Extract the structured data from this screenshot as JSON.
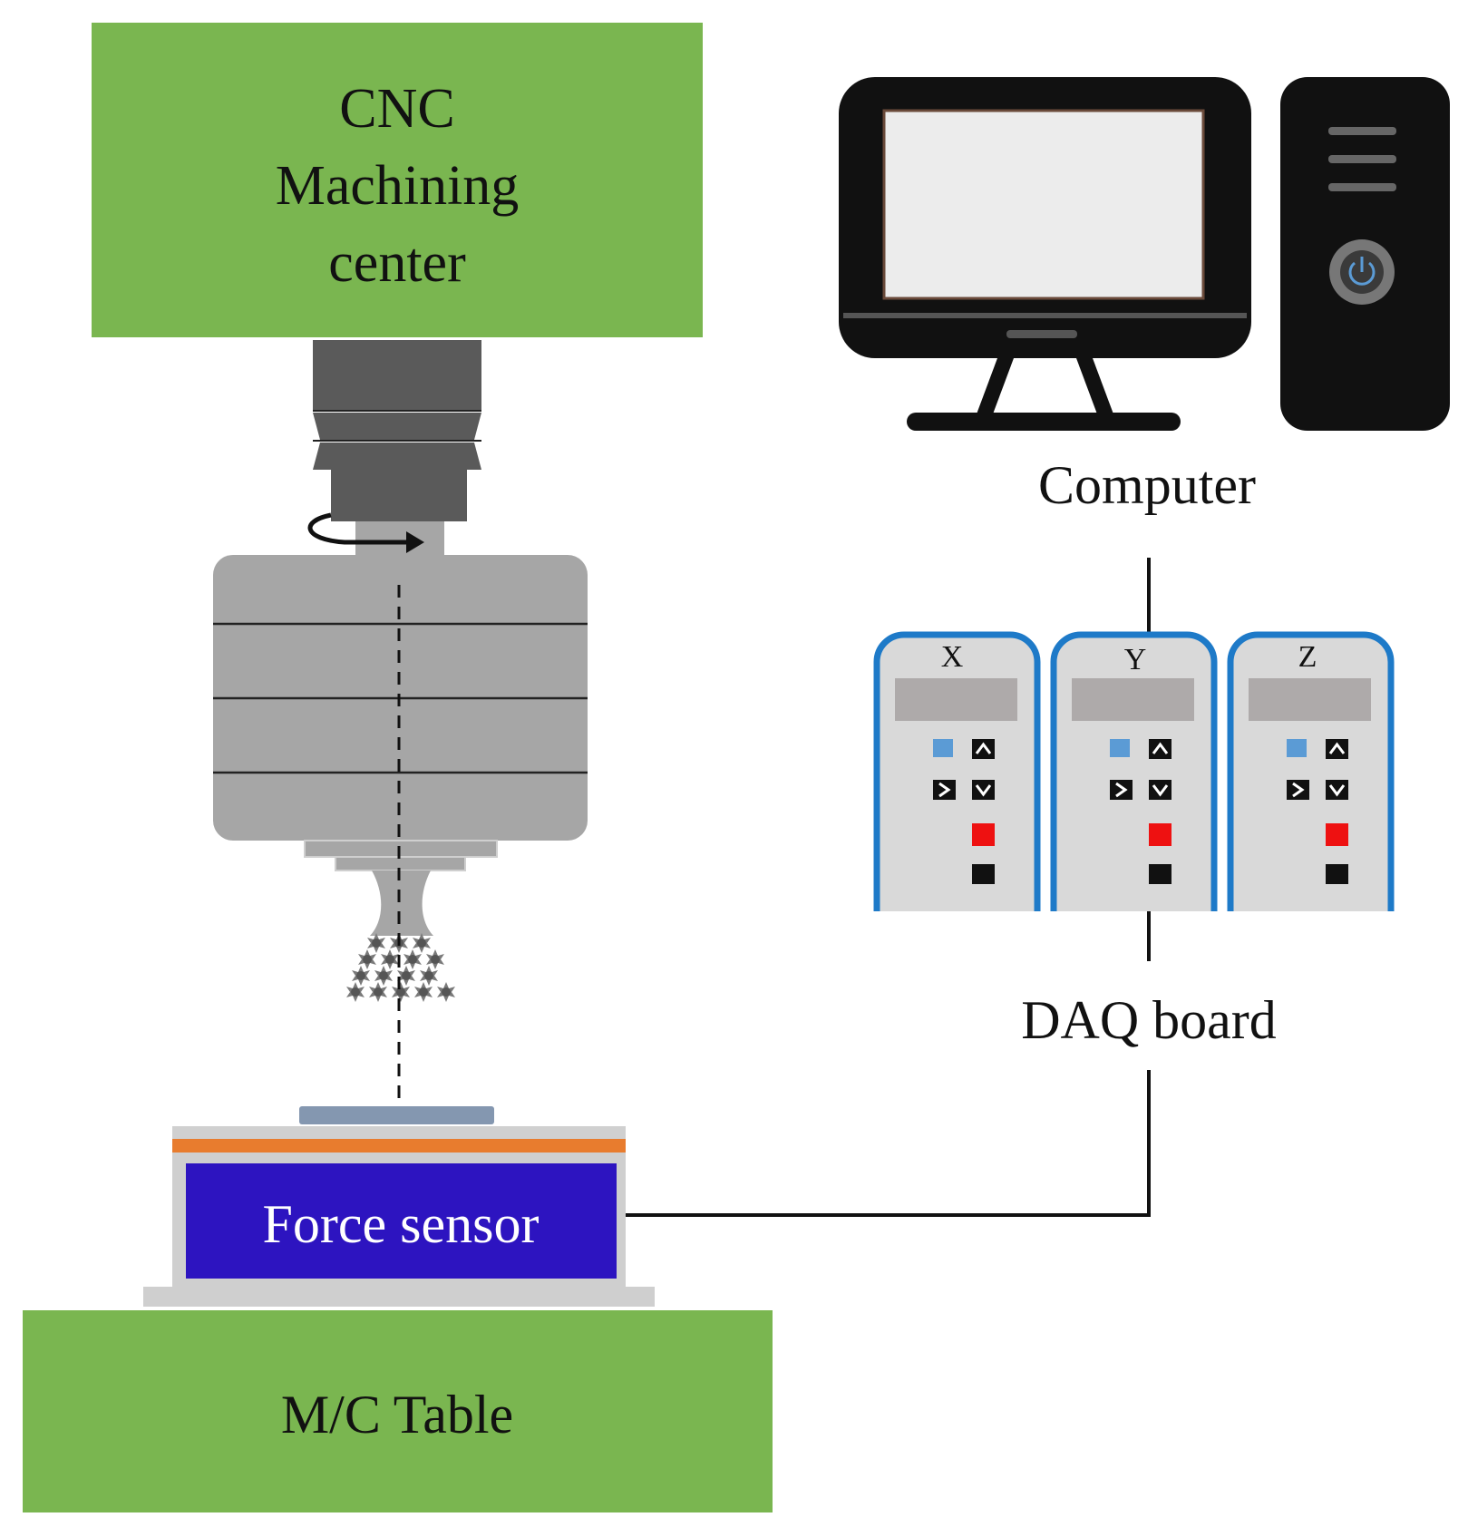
{
  "labels": {
    "cnc_line1": "CNC",
    "cnc_line2": "Machining",
    "cnc_line3": "center",
    "computer": "Computer",
    "daq_board": "DAQ board",
    "force_sensor": "Force sensor",
    "mc_table": "M/C Table"
  },
  "daq_units": [
    {
      "axis": "X"
    },
    {
      "axis": "Y"
    },
    {
      "axis": "Z"
    }
  ],
  "daq_buttons": {
    "up": "^",
    "down": "v",
    "right": ">"
  },
  "colors": {
    "green_block": "#7ab650",
    "force_sensor_fill": "#2d14c0",
    "orange_strip": "#e87c2e",
    "daq_border": "#1e7ac8",
    "daq_body": "#d9d9d9",
    "red_button": "#ee1111",
    "blue_button": "#5b9bd5"
  }
}
